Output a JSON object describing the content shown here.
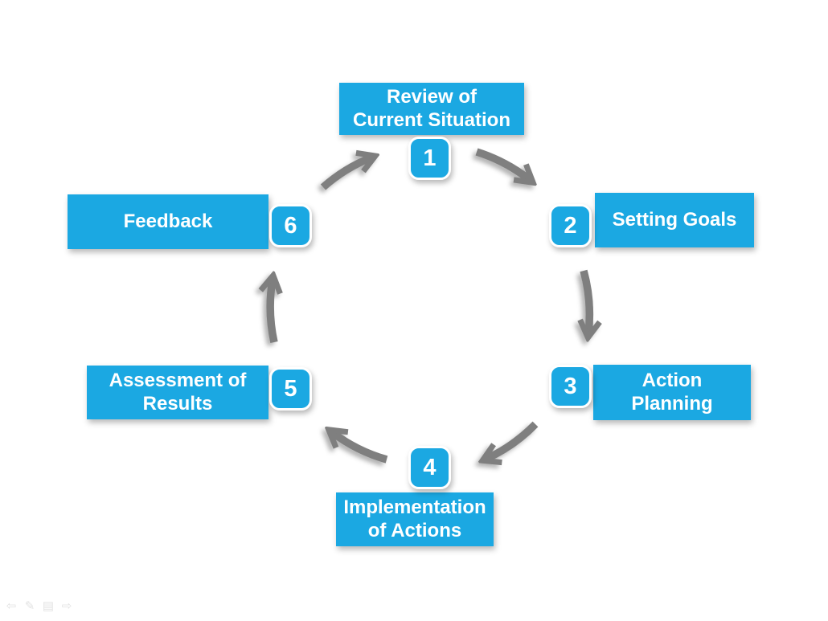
{
  "slide": {
    "background": "#ffffff",
    "type": "cycle-diagram"
  },
  "colors": {
    "accent": "#1BA8E2",
    "arrow": "#7F7F7F",
    "step_text": "#FFFFFF"
  },
  "steps": [
    {
      "number": "1",
      "label": "Review of\nCurrent Situation"
    },
    {
      "number": "2",
      "label": "Setting Goals"
    },
    {
      "number": "3",
      "label": "Action\nPlanning"
    },
    {
      "number": "4",
      "label": "Implementation\nof Actions"
    },
    {
      "number": "5",
      "label": "Assessment of\nResults"
    },
    {
      "number": "6",
      "label": "Feedback"
    }
  ],
  "toolbar": {
    "icons": [
      {
        "name": "previous-slide",
        "glyph": "⇦"
      },
      {
        "name": "pen",
        "glyph": "✎"
      },
      {
        "name": "slide-menu",
        "glyph": "▤"
      },
      {
        "name": "next-slide",
        "glyph": "⇨"
      }
    ]
  }
}
